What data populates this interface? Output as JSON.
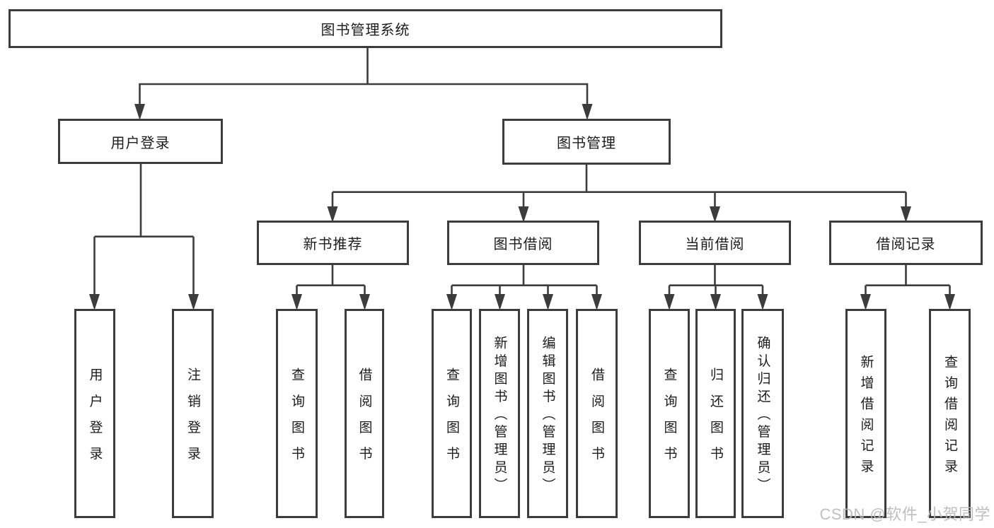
{
  "diagram": {
    "type": "hierarchy-tree",
    "colors": {
      "line": "#3c3c3c",
      "box_border": "#3c3c3c",
      "text": "#1c1c1c",
      "background": "#ffffff",
      "watermark": "#bababa"
    },
    "watermark": "CSDN @软件_小贺同学",
    "nodes": {
      "root": {
        "label": "图书管理系统"
      },
      "branches": [
        {
          "label": "用户登录",
          "parent": "图书管理系统"
        },
        {
          "label": "图书管理",
          "parent": "图书管理系统"
        }
      ],
      "modules": [
        {
          "label": "新书推荐",
          "parent": "图书管理"
        },
        {
          "label": "图书借阅",
          "parent": "图书管理"
        },
        {
          "label": "当前借阅",
          "parent": "图书管理"
        },
        {
          "label": "借阅记录",
          "parent": "图书管理"
        }
      ],
      "leaves": [
        {
          "label": "用户登录",
          "parent": "用户登录"
        },
        {
          "label": "注销登录",
          "parent": "用户登录"
        },
        {
          "label": "查询图书",
          "parent": "新书推荐"
        },
        {
          "label": "借阅图书",
          "parent": "新书推荐"
        },
        {
          "label": "查询图书",
          "parent": "图书借阅"
        },
        {
          "label": "新增图书（管理员）",
          "parent": "图书借阅"
        },
        {
          "label": "编辑图书（管理员）",
          "parent": "图书借阅"
        },
        {
          "label": "借阅图书",
          "parent": "图书借阅"
        },
        {
          "label": "查询图书",
          "parent": "当前借阅"
        },
        {
          "label": "归还图书",
          "parent": "当前借阅"
        },
        {
          "label": "确认归还（管理员）",
          "parent": "当前借阅"
        },
        {
          "label": "新增借阅记录",
          "parent": "借阅记录"
        },
        {
          "label": "查询借阅记录",
          "parent": "借阅记录"
        }
      ]
    }
  }
}
